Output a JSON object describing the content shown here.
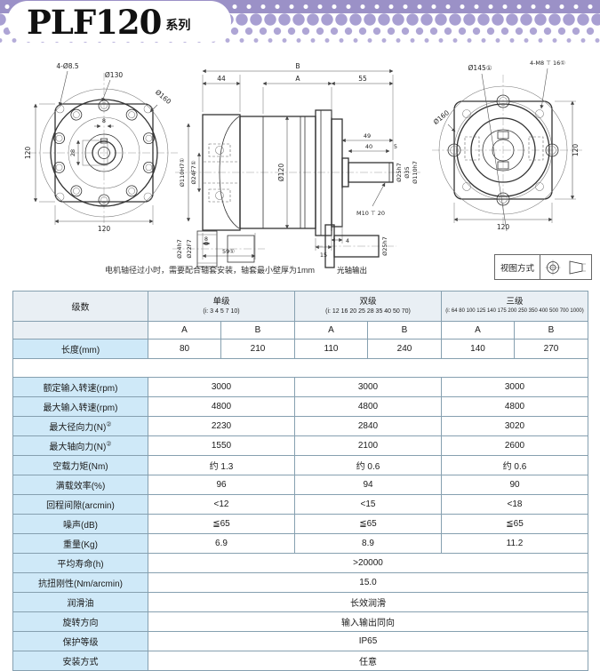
{
  "page": {
    "title": "PLF120",
    "title_suffix": "系列"
  },
  "colors": {
    "banner_purple": "#a89fd2",
    "table_label_blue": "#cfe9f8",
    "table_header_gray": "#e9eff4",
    "table_border": "#86a0b0"
  },
  "drawings": {
    "front_view": {
      "labels": {
        "corner_holes": "4-Ø8.5",
        "bolt_circle": "Ø130",
        "outer_circle": "Ø160",
        "height": "120",
        "width": "120",
        "bore_depth": "28",
        "key_width": "8"
      }
    },
    "side_view": {
      "labels": {
        "overall": "B",
        "flange_depth": "44",
        "body_length": "A",
        "shaft_section": "55",
        "shaft_total": "49",
        "shaft_length": "40",
        "collar_width": "5",
        "body_dia": "Ø120",
        "input_pilot": "Ø110H7①",
        "input_bore": "Ø24F7①",
        "shaft_dia": "Ø25h7",
        "collar_dia": "Ø35",
        "output_pilot": "Ø110h7",
        "tapped_hole": "M10 ⊤ 20",
        "key_offset": "8",
        "input_depth": "59①",
        "flange_thickness": "15",
        "gap": "4"
      }
    },
    "rear_view": {
      "labels": {
        "bolt_circle": "Ø145①",
        "tapped_holes": "4-M8 ⊤ 16①",
        "outer_circle": "Ø160",
        "height": "120",
        "width": "120"
      }
    },
    "sleeve": {
      "labels": {
        "outer": "Ø24h7",
        "inner": "Ø22F7"
      }
    },
    "output_shaft": {
      "labels": {
        "dia": "Ø25h7",
        "caption": "光轴输出"
      }
    },
    "note": "电机轴径过小时，需要配合轴套安装，轴套最小壁厚为1mm",
    "view_method": {
      "label": "视图方式"
    }
  },
  "table": {
    "stage_header": {
      "label": "级数",
      "groups": [
        {
          "name": "单级",
          "ratios": "(i: 3 4 5 7 10)"
        },
        {
          "name": "双级",
          "ratios": "(i: 12 16 20 25 28 35 40 50 70)"
        },
        {
          "name": "三级",
          "ratios": "(i: 64 80 100 125 140 175 200 250 350 400 500 700 1000)"
        }
      ],
      "sub": [
        "A",
        "B",
        "A",
        "B",
        "A",
        "B"
      ]
    },
    "length_row": {
      "label": "长度(mm)",
      "values": [
        "80",
        "210",
        "110",
        "240",
        "140",
        "270"
      ]
    },
    "spec_rows": [
      {
        "label": "额定输入转速(rpm)",
        "values": [
          "3000",
          "3000",
          "3000"
        ]
      },
      {
        "label": "最大输入转速(rpm)",
        "values": [
          "4800",
          "4800",
          "4800"
        ]
      },
      {
        "label": "最大径向力(N)",
        "sup": "②",
        "values": [
          "2230",
          "2840",
          "3020"
        ]
      },
      {
        "label": "最大轴向力(N)",
        "sup": "②",
        "values": [
          "1550",
          "2100",
          "2600"
        ]
      },
      {
        "label": "空载力矩(Nm)",
        "values": [
          "约 1.3",
          "约 0.6",
          "约 0.6"
        ]
      },
      {
        "label": "满载效率(%)",
        "values": [
          "96",
          "94",
          "90"
        ]
      },
      {
        "label": "回程间隙(arcmin)",
        "values": [
          "<12",
          "<15",
          "<18"
        ]
      },
      {
        "label": "噪声(dB)",
        "values": [
          "≦65",
          "≦65",
          "≦65"
        ]
      },
      {
        "label": "重量(Kg)",
        "values": [
          "6.9",
          "8.9",
          "11.2"
        ]
      }
    ],
    "span_rows": [
      {
        "label": "平均寿命(h)",
        "value": ">20000"
      },
      {
        "label": "抗扭刚性(Nm/arcmin)",
        "value": "15.0"
      },
      {
        "label": "润滑油",
        "value": "长效润滑"
      },
      {
        "label": "旋转方向",
        "value": "输入输出同向"
      },
      {
        "label": "保护等级",
        "value": "IP65"
      },
      {
        "label": "安装方式",
        "value": "任意"
      }
    ]
  }
}
